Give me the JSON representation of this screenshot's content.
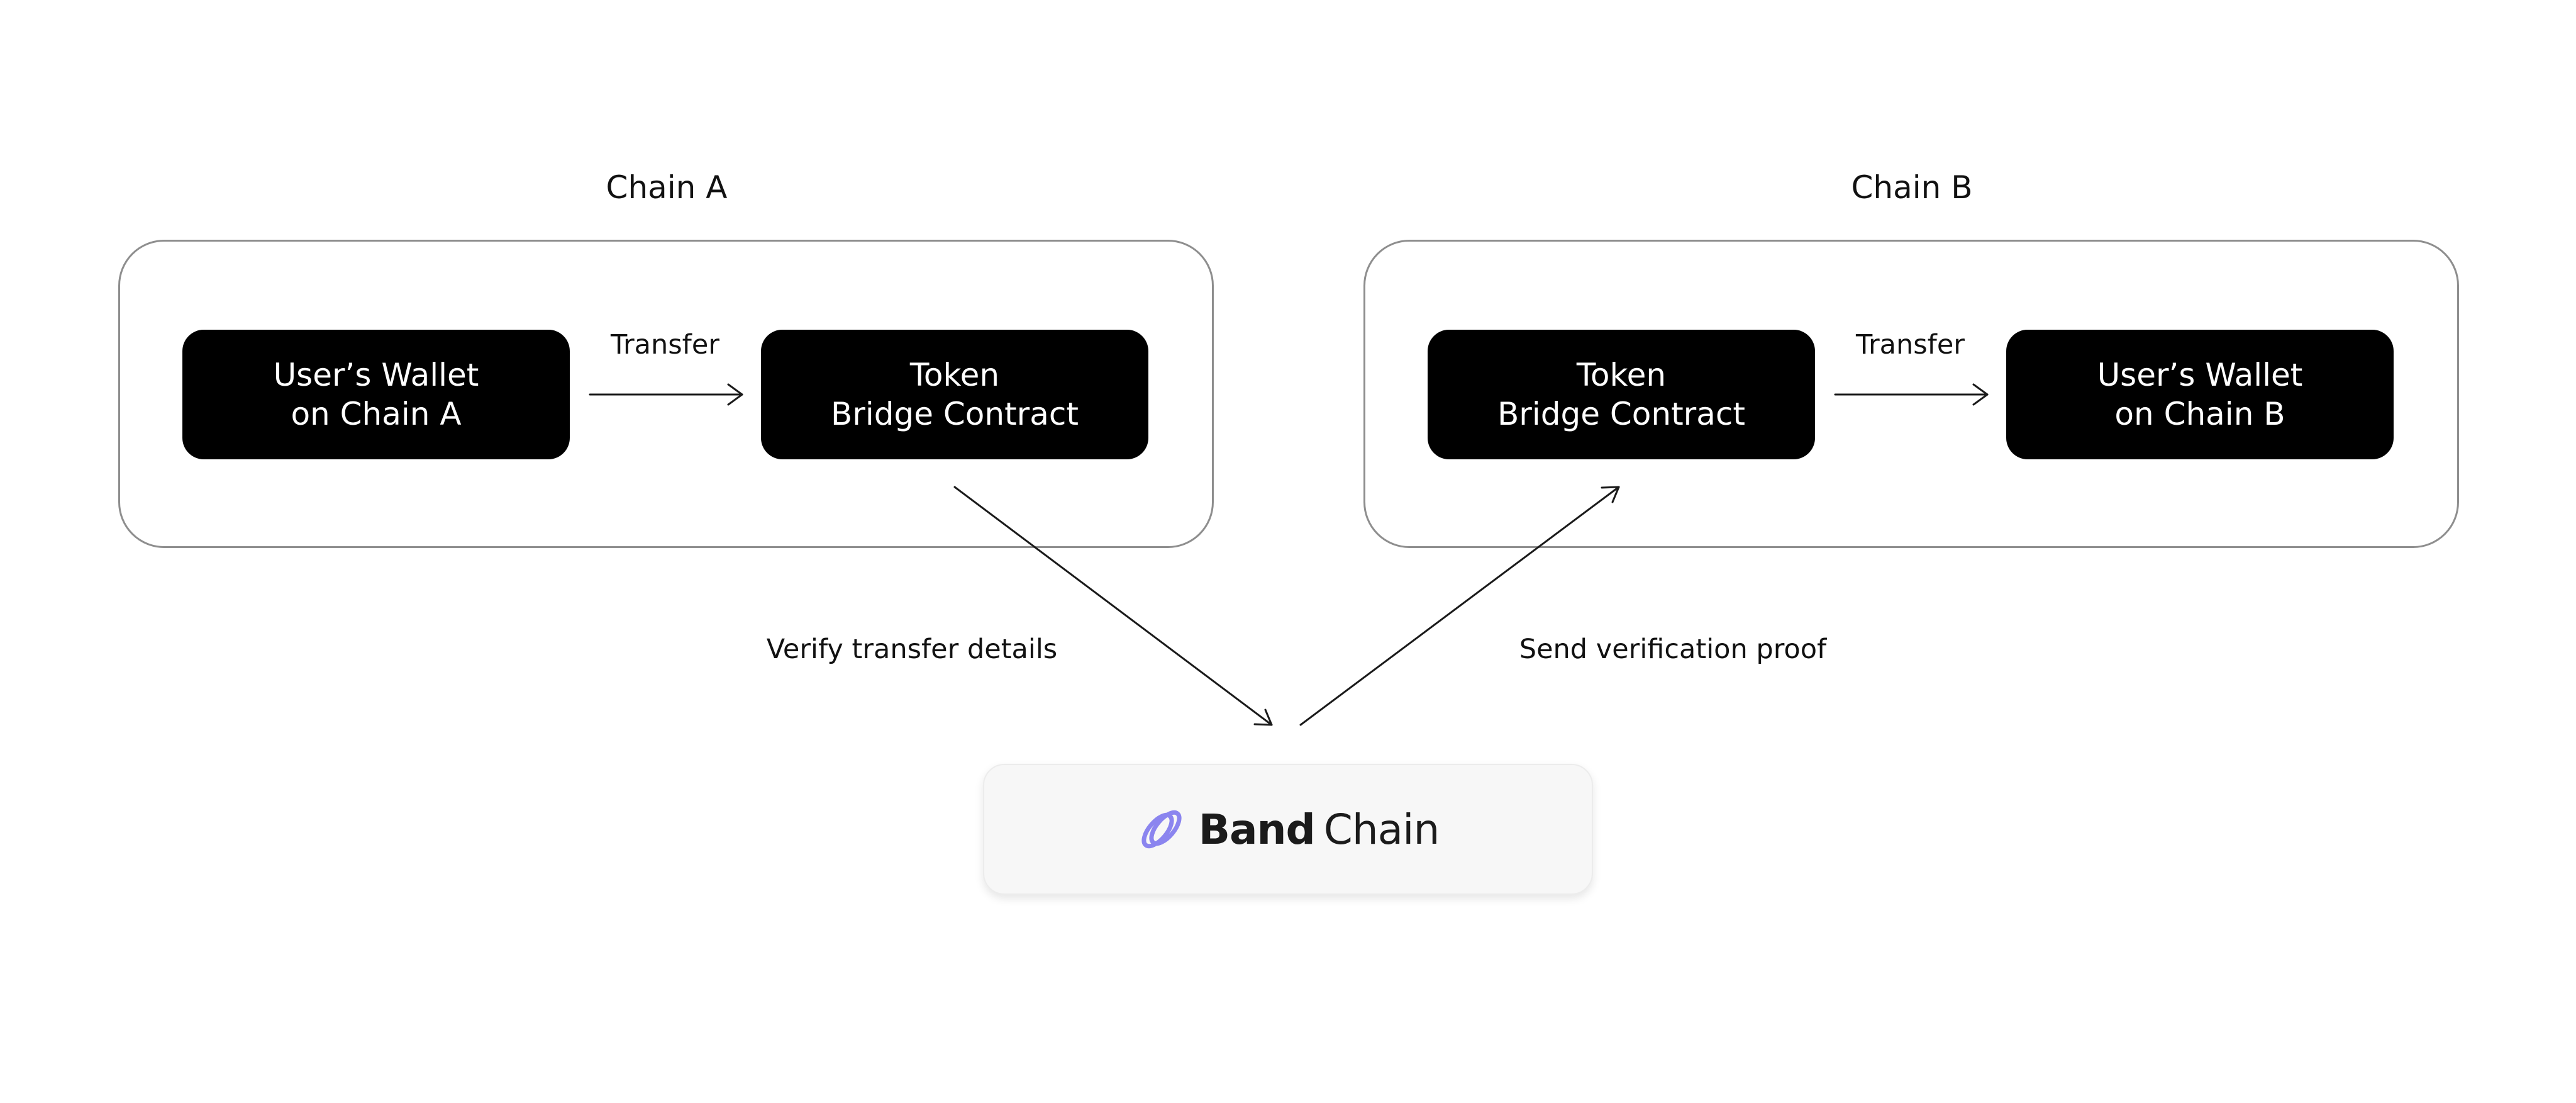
{
  "chain_a": {
    "title": "Chain A",
    "source_node": {
      "line1": "User’s Wallet",
      "line2": "on Chain A"
    },
    "target_node": {
      "line1": "Token",
      "line2": "Bridge Contract"
    },
    "edge_label": "Transfer"
  },
  "chain_b": {
    "title": "Chain B",
    "source_node": {
      "line1": "Token",
      "line2": "Bridge Contract"
    },
    "target_node": {
      "line1": "User’s Wallet",
      "line2": "on Chain B"
    },
    "edge_label": "Transfer"
  },
  "cross_edges": {
    "verify_label": "Verify transfer details",
    "proof_label": "Send verification proof"
  },
  "bandchain": {
    "word1": "Band",
    "word2": "Chain",
    "logo_icon": "band-protocol-logo-icon",
    "accent_color": "#8b85ef"
  },
  "colors": {
    "node_fill": "#000000",
    "node_text": "#ffffff",
    "chain_border": "#8e8e8e",
    "arrow": "#1a1a1a"
  }
}
